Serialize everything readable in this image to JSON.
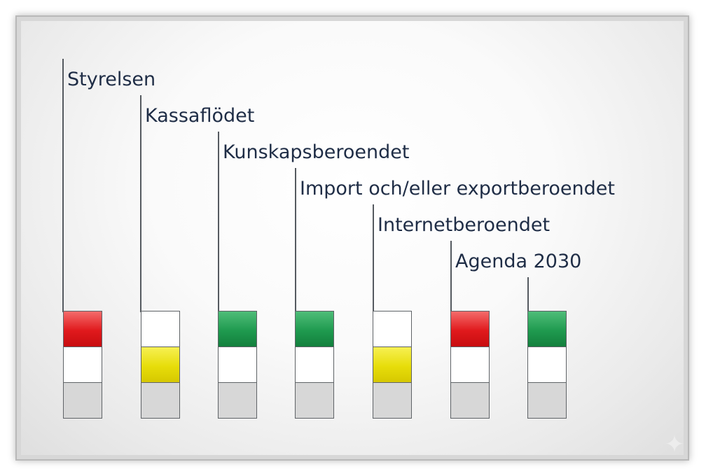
{
  "items": [
    {
      "label": "Styrelsen",
      "signal": "red"
    },
    {
      "label": "Kassaflödet",
      "signal": "yellow"
    },
    {
      "label": "Kunskapsberoendet",
      "signal": "green"
    },
    {
      "label": "Import och/eller exportberoendet",
      "signal": "green"
    },
    {
      "label": "Internetberoendet",
      "signal": "yellow"
    },
    {
      "label": "Agenda 2030",
      "signal": "red"
    },
    {
      "label": "",
      "signal": "green"
    }
  ],
  "colors": {
    "red": "#e0191c",
    "yellow": "#e7dd0a",
    "green": "#1f9a4f",
    "text": "#1f2d46"
  },
  "icons": {
    "corner": "sparkle-icon"
  }
}
